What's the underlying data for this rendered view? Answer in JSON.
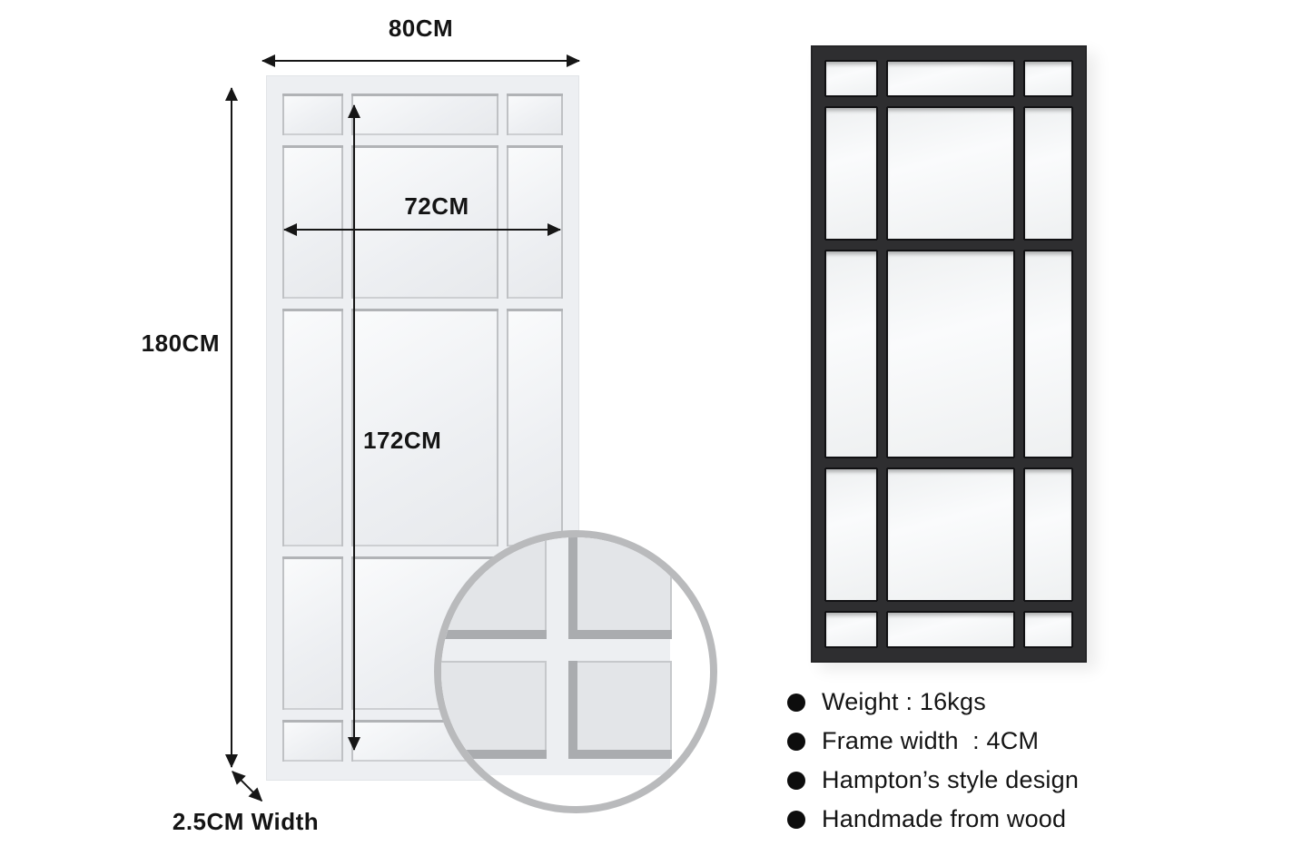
{
  "dimensions": {
    "overall_width": "80CM",
    "overall_height": "180CM",
    "inner_width": "72CM",
    "inner_height": "172CM",
    "frame_depth": "2.5CM Width"
  },
  "specs": {
    "items": [
      "Weight : 16kgs",
      "Frame width  : 4CM",
      "Hampton’s style design",
      "Handmade from wood"
    ]
  },
  "icons": {
    "bullet": ""
  },
  "colors": {
    "frame_black": "#2e2e30",
    "mirror_body_gray": "#edeff2",
    "pane_bevel_gray": "#b1b3b6",
    "zoom_ring_gray": "#b9babc",
    "dimension_ink": "#161616"
  }
}
